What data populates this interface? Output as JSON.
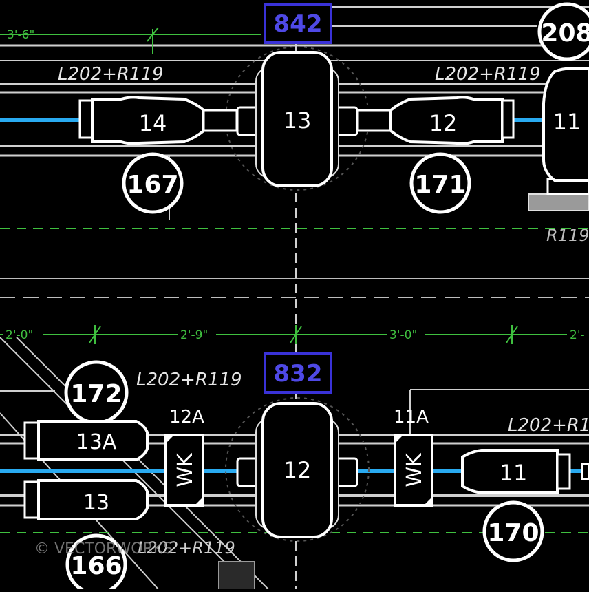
{
  "dimensions": {
    "top": [
      {
        "id": "dim-top-3-6",
        "label": "3'-6\""
      }
    ],
    "mid": [
      {
        "id": "dim-2-0-left",
        "label": "2'-0\""
      },
      {
        "id": "dim-2-9",
        "label": "2'-9\""
      },
      {
        "id": "dim-3-0",
        "label": "3'-0\""
      },
      {
        "id": "dim-2-right",
        "label": "2'-"
      }
    ]
  },
  "tags": {
    "top": "842",
    "bottom": "832"
  },
  "route_labels": {
    "top_left": "L202+R119",
    "top_right": "L202+R119",
    "top_far_right": "R119",
    "bottom_left": "L202+R119",
    "bottom_right": "L202+R1",
    "bottom_overlap": "L202+R119"
  },
  "callouts": {
    "c208": "208",
    "c167": "167",
    "c171": "171",
    "c172": "172",
    "c170": "170",
    "c166": "166"
  },
  "units": {
    "top_14": "14",
    "top_13": "13",
    "top_12": "12",
    "top_11": "11",
    "bot_13a": "13A",
    "bot_13": "13",
    "bot_12": "12",
    "bot_11": "11"
  },
  "segment_labels": {
    "label_12a": "12A",
    "label_11a": "11A"
  },
  "wk_boxes": {
    "left": "WK",
    "right": "WK"
  },
  "watermark": "© VECTORWORKS",
  "colors": {
    "background": "#000000",
    "line": "#d8d8d8",
    "dimension": "#3fbf3f",
    "conduit": "#29aaf0",
    "tag_border": "#3a32d8",
    "tag_text": "#4f49e6"
  }
}
